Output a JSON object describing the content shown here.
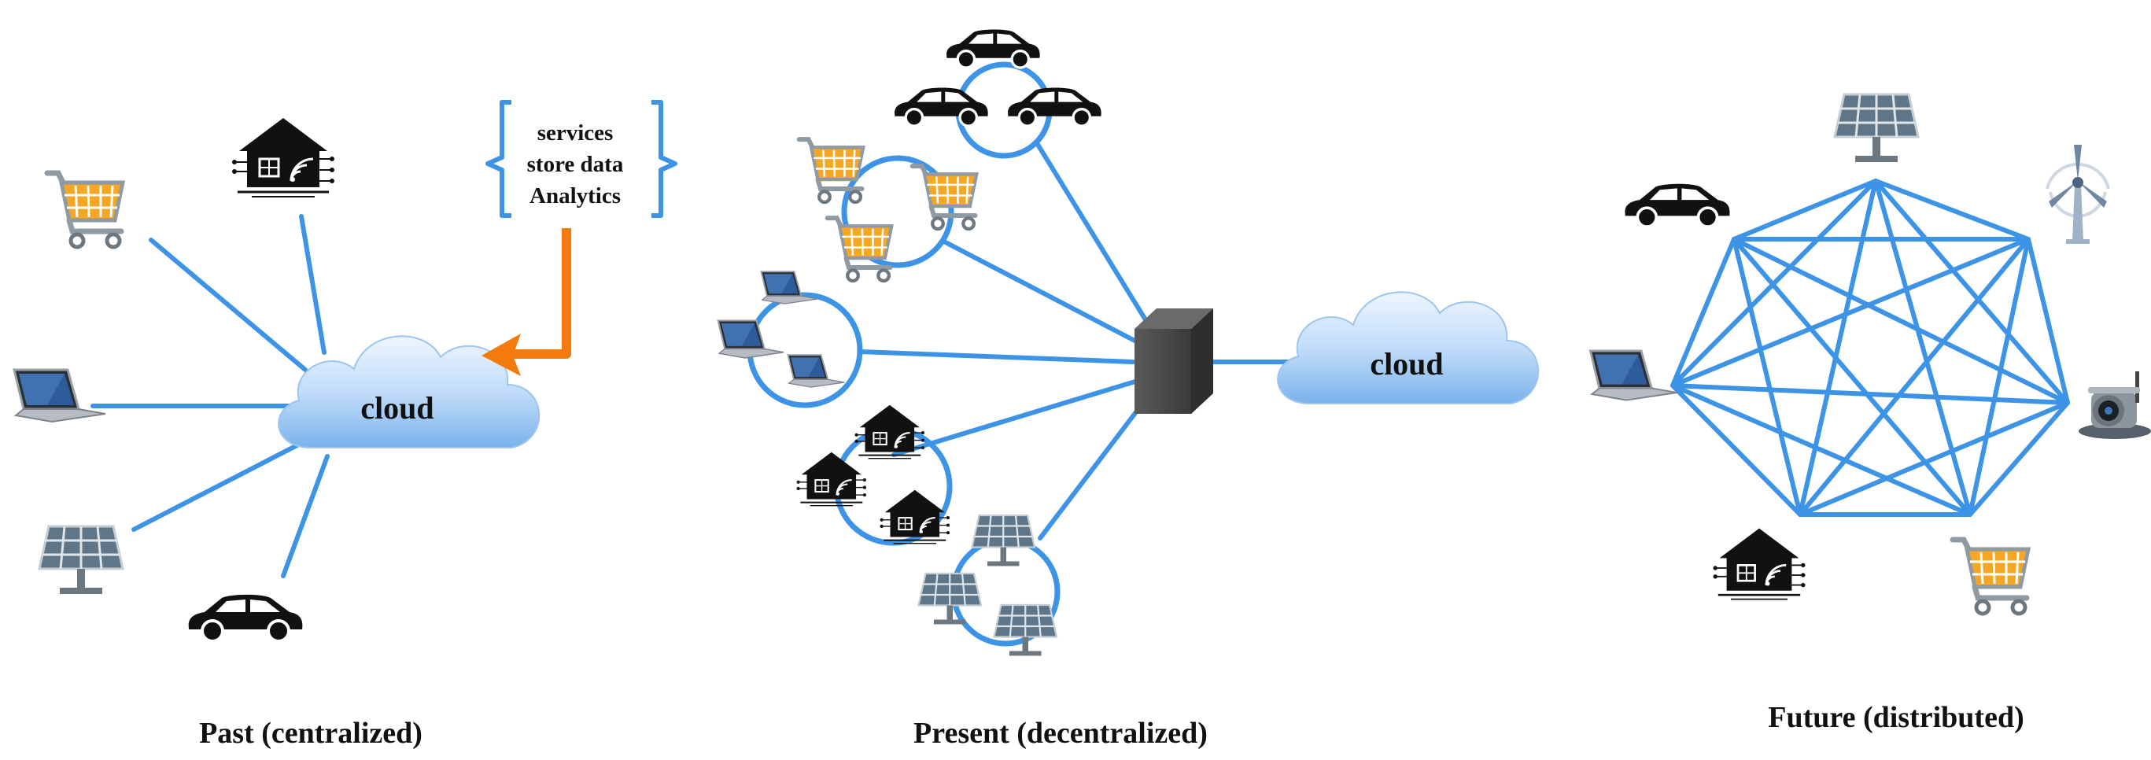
{
  "panels": {
    "past": {
      "caption": "Past (centralized)",
      "cloud_label": "cloud",
      "services_box": [
        "services",
        "store data",
        "Analytics"
      ]
    },
    "present": {
      "caption": "Present (decentralized)",
      "cloud_label": "cloud"
    },
    "future": {
      "caption": "Future (distributed)"
    }
  },
  "colors": {
    "link": "#3d93e6",
    "arrow": "#f47b0b",
    "cart": "#f5a623",
    "icon_dark": "#111111",
    "server": "#3a3a3a",
    "cloud_top": "#eaf4ff",
    "cloud_bottom": "#7fb6ee"
  },
  "icons": [
    "cart-icon",
    "laptop-icon",
    "solar-panel-icon",
    "car-icon",
    "smart-home-icon",
    "wind-turbine-icon",
    "camera-icon",
    "server-icon",
    "cloud-icon"
  ]
}
